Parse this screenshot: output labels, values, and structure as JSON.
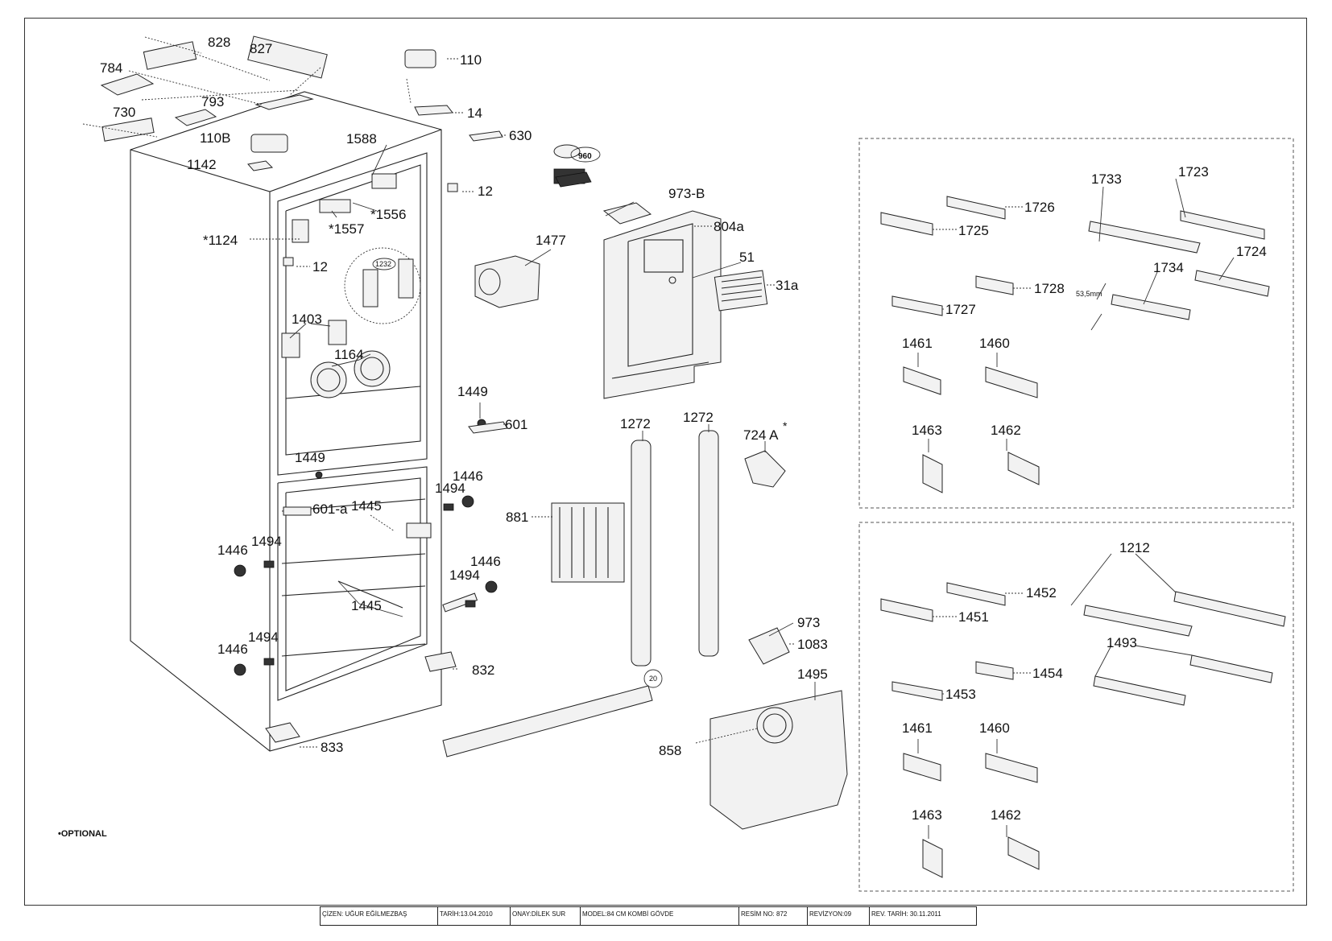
{
  "callouts": {
    "c828": "828",
    "c827": "827",
    "c784": "784",
    "c793": "793",
    "c730": "730",
    "c110": "110",
    "c14": "14",
    "c630": "630",
    "c110b": "110B",
    "c1142": "1142",
    "c1588": "1588",
    "c1556": "*1556",
    "c1557": "*1557",
    "c1124": "*1124",
    "c12a": "12",
    "c12b": "12",
    "c1232": "1232",
    "c1403": "1403",
    "c1164": "1164",
    "c960": "960",
    "c973b": "973-B",
    "c804a": "804a",
    "c51": "51",
    "c31a": "31a",
    "c1477": "1477",
    "c1449a": "1449",
    "c601": "601",
    "c1449b": "1449",
    "c1446a": "1446",
    "c1494a": "1494",
    "c601a": "601-a",
    "c1445a": "1445",
    "c1446b": "1446",
    "c1494b": "1494",
    "c1446c": "1446",
    "c1494c": "1494",
    "c1445b": "1445",
    "c1446d": "1446",
    "c1494d": "1494",
    "c832": "832",
    "c833": "833",
    "c1272a": "1272",
    "c1272b": "1272",
    "c724a": "724 A",
    "c724star": "*",
    "c881": "881",
    "c20": "20",
    "c973": "973",
    "c1083": "1083",
    "c1495": "1495",
    "c858": "858",
    "c1726": "1726",
    "c1725": "1725",
    "c1733": "1733",
    "c1723": "1723",
    "c1724": "1724",
    "c1734": "1734",
    "c1728": "1728",
    "c1727": "1727",
    "c535": "53,5mm",
    "c1461a": "1461",
    "c1460a": "1460",
    "c1463a": "1463",
    "c1462a": "1462",
    "c1452": "1452",
    "c1451": "1451",
    "c1212": "1212",
    "c1493": "1493",
    "c1454": "1454",
    "c1453": "1453",
    "c1461b": "1461",
    "c1460b": "1460",
    "c1463b": "1463",
    "c1462b": "1462"
  },
  "note": "•OPTIONAL",
  "title_block": {
    "drawn": "ÇİZEN: UĞUR EĞİLMEZBAŞ",
    "date": "TARİH:13.04.2010",
    "approved": "ONAY:DİLEK SUR",
    "model": "MODEL:84 CM KOMBİ GÖVDE",
    "drawing_no": "RESİM NO: 872",
    "revision": "REVİZYON:09",
    "revision_date": "REV. TARİH: 30.11.2011"
  }
}
